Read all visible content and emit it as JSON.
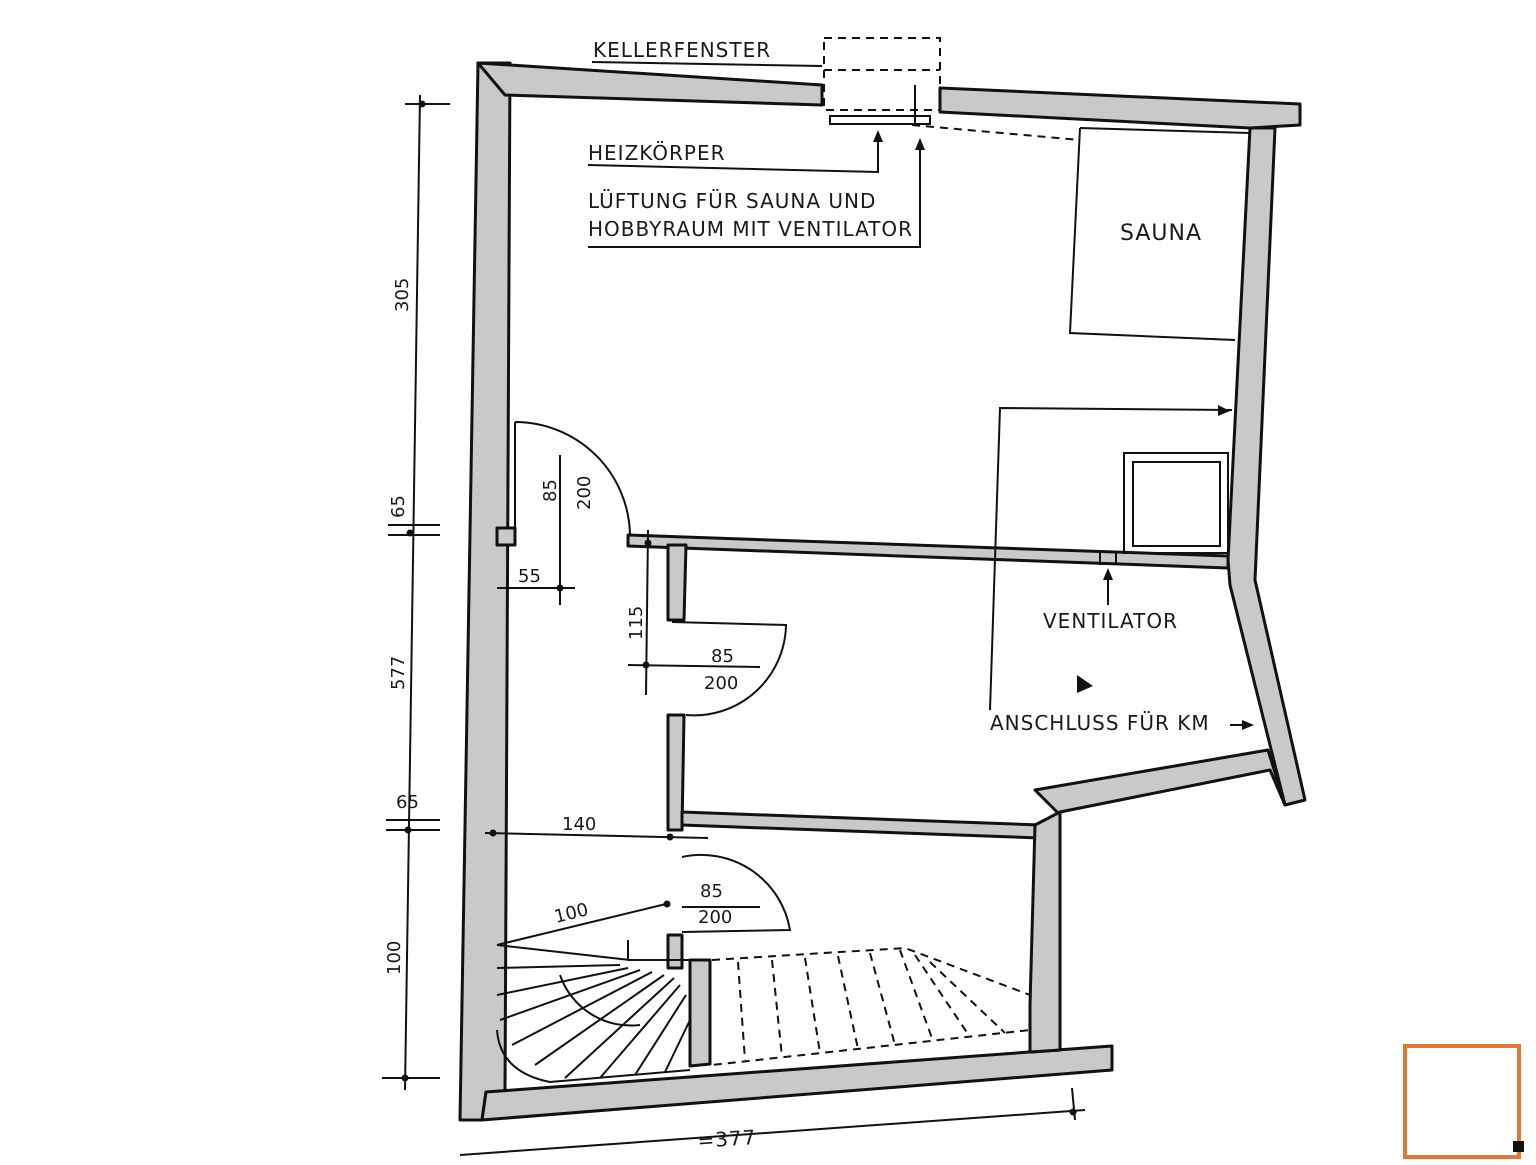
{
  "rooms": {
    "sauna": "SAUNA"
  },
  "notes": {
    "kellerfenster": "KELLERFENSTER",
    "heizkoerper": "HEIZKÖRPER",
    "lueftung_line1": "LÜFTUNG FÜR SAUNA  UND",
    "lueftung_line2": "HOBBYRAUM  MIT VENTILATOR",
    "ventilator": "VENTILATOR",
    "anschluss": "ANSCHLUSS  FÜR KM"
  },
  "dimensions": {
    "vertical": [
      "305",
      "65",
      "577",
      "65",
      "100"
    ],
    "door1_width": "85",
    "door1_height": "200",
    "door2_width": "85",
    "door2_height": "200",
    "door3_width": "85",
    "door3_height": "200",
    "d55": "55",
    "d115": "115",
    "d140": "140",
    "d100": "100",
    "total_width": "=377"
  }
}
